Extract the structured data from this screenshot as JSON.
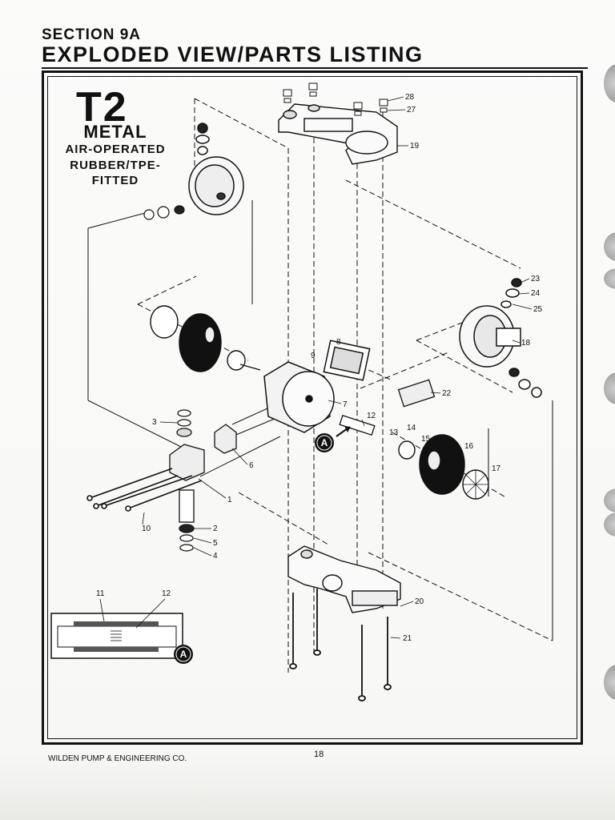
{
  "header": {
    "section": "SECTION 9A",
    "title": "EXPLODED VIEW/PARTS LISTING"
  },
  "model": {
    "code": "T2",
    "line1": "METAL",
    "line2": "AIR-OPERATED",
    "line3": "RUBBER/TPE-",
    "line4": "FITTED"
  },
  "callouts": [
    "1",
    "2",
    "3",
    "4",
    "5",
    "6",
    "7",
    "8",
    "9",
    "10",
    "11",
    "12",
    "12",
    "13",
    "14",
    "15",
    "16",
    "17",
    "18",
    "19",
    "20",
    "21",
    "22",
    "23",
    "24",
    "25",
    "27",
    "28"
  ],
  "detail_badge": "A",
  "footer": {
    "company": "WILDEN PUMP & ENGINEERING CO.",
    "page": "18"
  },
  "colors": {
    "ink": "#111111",
    "paper": "#f7f7f5",
    "tab": "#9a9a9a"
  }
}
